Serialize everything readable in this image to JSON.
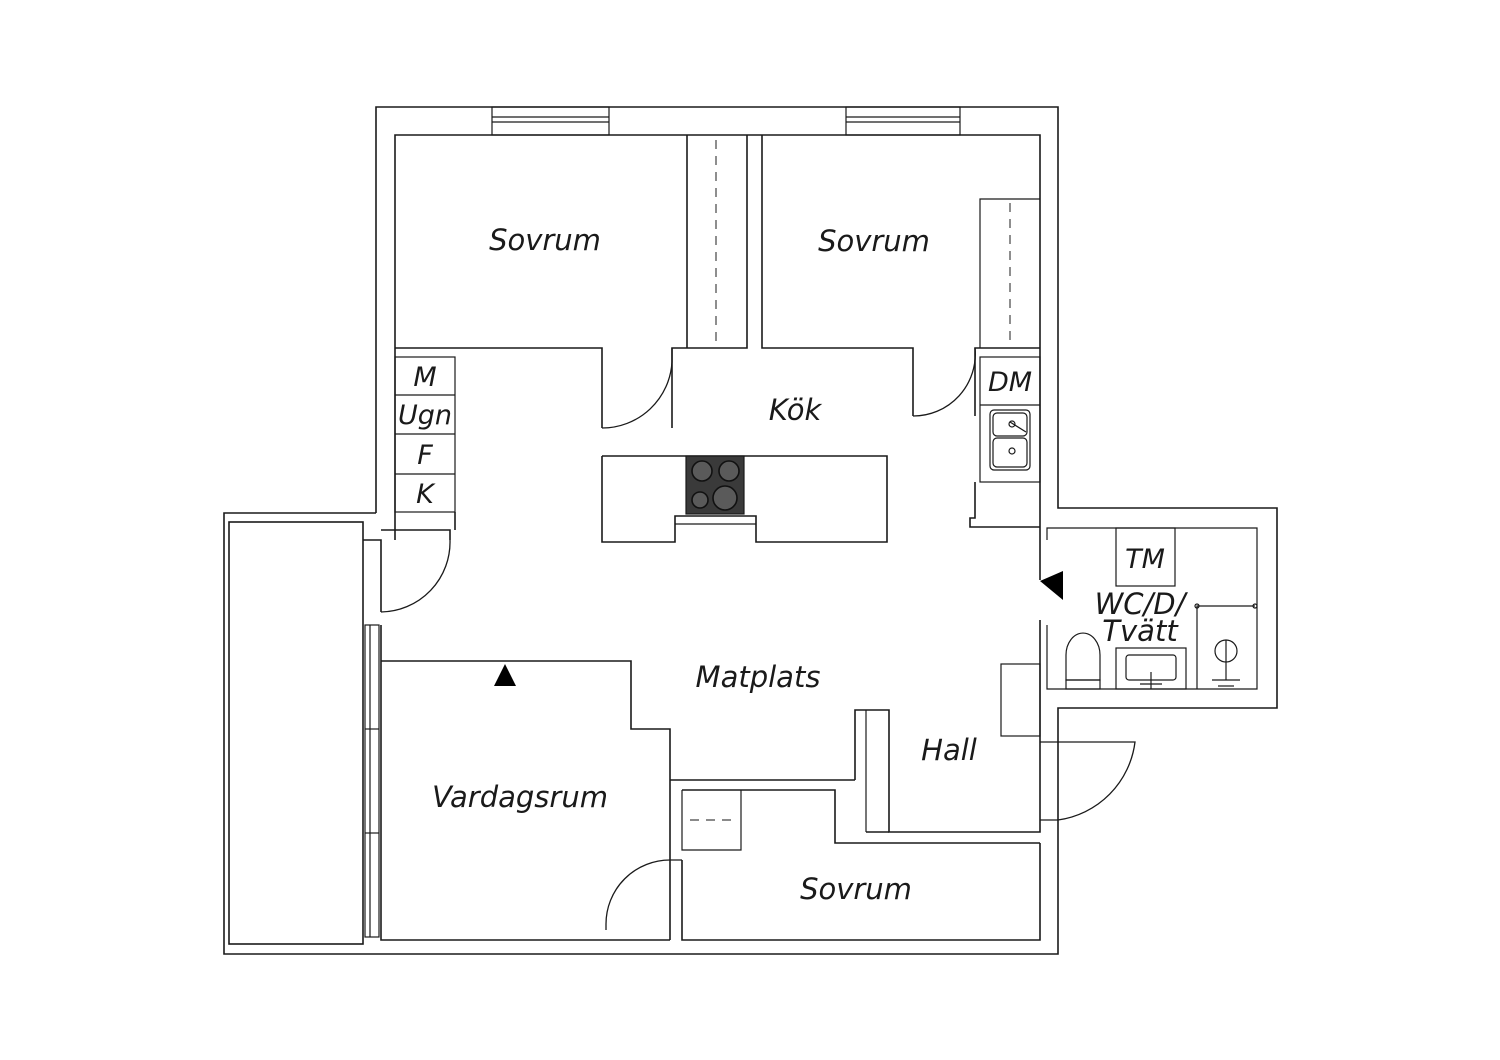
{
  "rooms": {
    "bedroom_top_left": "Sovrum",
    "bedroom_top_right": "Sovrum",
    "kitchen": "Kök",
    "dining": "Matplats",
    "living_room": "Vardagsrum",
    "hall": "Hall",
    "bedroom_bottom": "Sovrum",
    "bathroom_line1": "WC/D/",
    "bathroom_line2": "Tvätt"
  },
  "appliances": {
    "microwave": "M",
    "oven": "Ugn",
    "freezer": "F",
    "fridge": "K",
    "dishwasher": "DM",
    "dryer": "TM"
  },
  "icons": {
    "cooktop": "cooktop-icon",
    "sink": "sink-icon",
    "toilet": "toilet-icon",
    "washbasin": "washbasin-icon",
    "shower": "shower-icon",
    "entrance_marker": "triangle-marker-icon"
  }
}
